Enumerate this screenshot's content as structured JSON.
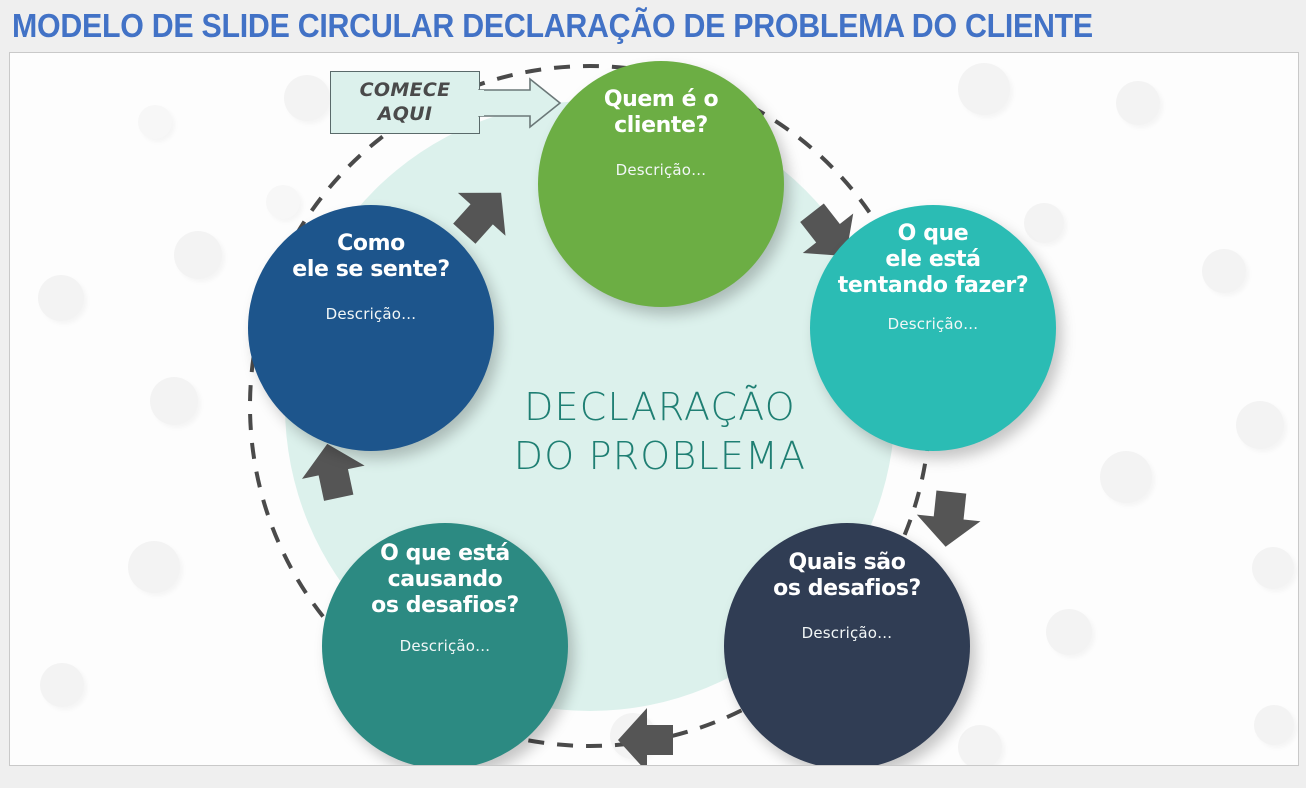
{
  "page": {
    "title": "MODELO DE SLIDE CIRCULAR DECLARAÇÃO DE PROBLEMA DO CLIENTE",
    "title_color": "#4272C6",
    "background_color": "#efefef",
    "slide_background_color": "#fdfdfd"
  },
  "diagram": {
    "type": "circular-cycle",
    "center": {
      "line1": "DECLARAÇÃO",
      "line2": "DO PROBLEMA",
      "color": "#1F7F73",
      "hub_color": "#dcf1ec"
    },
    "callout": {
      "text": "COMECE\nAQUI",
      "fill": "#dcf1ec",
      "border": "#5a6a6a",
      "arrow": "right-arrow-outline"
    },
    "nodes": [
      {
        "id": "quem-e-o-cliente",
        "title": "Quem é o\ncliente?",
        "description": "Descrição…",
        "color": "#6CAE44",
        "position": "top"
      },
      {
        "id": "o-que-ele-esta-tentando-fazer",
        "title": "O que\nele está\ntentando fazer?",
        "description": "Descrição…",
        "color": "#2BBCB4",
        "position": "right"
      },
      {
        "id": "quais-sao-os-desafios",
        "title": "Quais são\nos desafios?",
        "description": "Descrição…",
        "color": "#303D54",
        "position": "bottom-right"
      },
      {
        "id": "o-que-esta-causando-os-desafios",
        "title": "O que está\ncausando\nos desafios?",
        "description": "Descrição…",
        "color": "#2C8A82",
        "position": "bottom-left"
      },
      {
        "id": "como-ele-se-sente",
        "title": "Como\nele se sente?",
        "description": "Descrição…",
        "color": "#1D558C",
        "position": "left"
      }
    ],
    "connectors": {
      "style": "dashed",
      "color": "#4a4a4a",
      "arrow_color": "#555555",
      "direction": "clockwise",
      "count": 5
    }
  }
}
